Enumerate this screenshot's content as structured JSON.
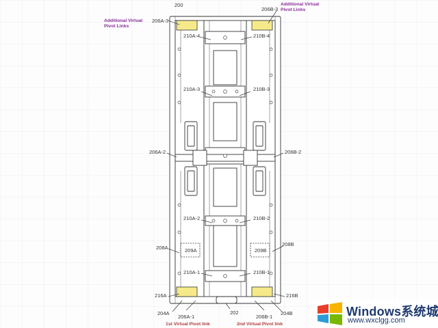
{
  "figure": {
    "number": "200",
    "annotations": {
      "additional_left": "Additional Virtual Pivot Links",
      "additional_right": "Additional Virtual Pivot Links",
      "first_link": "1st Virtual Pivot link",
      "second_link": "2nd Virtual Pivot link"
    },
    "labels": {
      "l206A3": "206A-3",
      "l206B3": "206B-3",
      "l210A4": "210A-4",
      "l210B4": "210B-4",
      "l210A3": "210A-3",
      "l210B3": "210B-3",
      "l206A2": "206A-2",
      "l206B2": "206B-2",
      "l210A2": "210A-2",
      "l210B2": "210B-2",
      "l208A": "208A",
      "l208B": "208B",
      "l209A": "209A",
      "l209B": "209B",
      "l210A1": "210A-1",
      "l210B1": "210B-1",
      "l216A": "216A",
      "l216B": "216B",
      "l204A": "204A",
      "l204B": "204B",
      "l206A1": "206A-1",
      "l206B1": "206B-1",
      "l202": "202"
    }
  },
  "watermark": {
    "brand": "Windows系统城",
    "url": "www.wxclgg.com",
    "logo_colors": [
      "#e83e2a",
      "#f6b400",
      "#2d9bd7",
      "#7ab800"
    ]
  }
}
